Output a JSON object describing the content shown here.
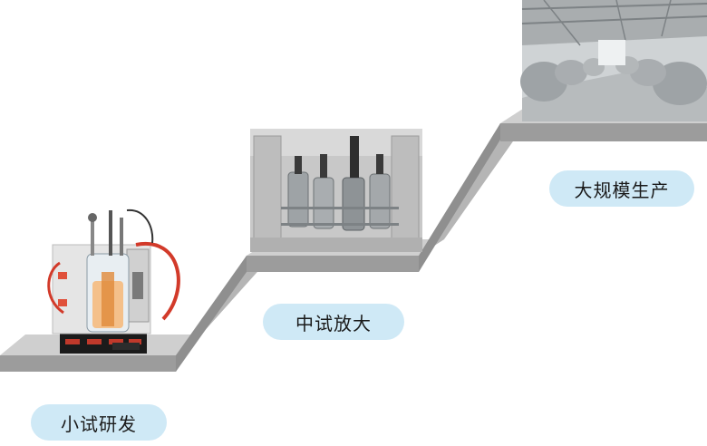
{
  "stages": [
    {
      "label": "小试研发",
      "image": "lab-bioreactor"
    },
    {
      "label": "中试放大",
      "image": "pilot-fermenters"
    },
    {
      "label": "大规模生产",
      "image": "factory-fermenters"
    }
  ],
  "colors": {
    "step_top": "#c9c9c9",
    "step_side": "#9a9a9a",
    "step_riser": "#b3b3b3",
    "pill_bg": "#cfe9f6"
  }
}
